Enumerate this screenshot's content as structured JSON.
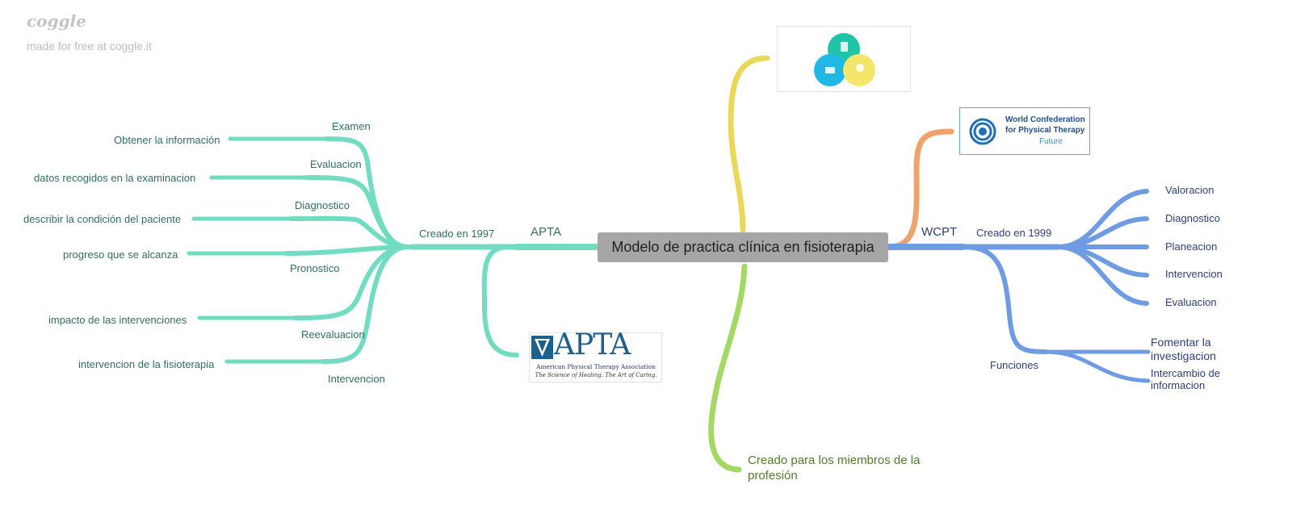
{
  "brand": {
    "name": "coggle",
    "subtitle": "made for free at coggle.it"
  },
  "center": {
    "title": "Modelo de practica clínica en fisioterapia"
  },
  "apta": {
    "label": "APTA",
    "created": "Creado en 1997",
    "items": [
      {
        "label": "Examen",
        "detail": "Obtener la información"
      },
      {
        "label": "Evaluacion",
        "detail": "datos recogidos en la examinacion"
      },
      {
        "label": "Diagnostico",
        "detail": "describir la condición del paciente"
      },
      {
        "label": "Pronostico",
        "detail": "progreso que se alcanza"
      },
      {
        "label": "Reevaluacion",
        "detail": "impacto de las intervenciones"
      },
      {
        "label": "Intervencion",
        "detail": "intervencion de la fisioterapia"
      }
    ],
    "logo": {
      "name": "APTA",
      "org": "American Physical Therapy Association",
      "tagline": "The Science of Healing. The Art of Caring."
    }
  },
  "wcpt": {
    "label": "WCPT",
    "created": "Creado en 1999",
    "process": [
      "Valoracion",
      "Diagnostico",
      "Planeacion",
      "Intervencion",
      "Evaluacion"
    ],
    "functions_label": "Funciones",
    "functions": [
      "Fomentar la investigacion",
      "Intercambio de informacion"
    ],
    "logo": {
      "line1": "World Confederation",
      "line2": "for Physical Therapy",
      "line3": "Future"
    }
  },
  "members": {
    "text": "Creado para los miembros de la profesión"
  },
  "colors": {
    "teal": "#72dcc3",
    "blue": "#6f9be3",
    "yellow": "#e8d95a",
    "green": "#a4d865",
    "orange": "#f0a26d",
    "center_bg": "#a6a6a6"
  }
}
